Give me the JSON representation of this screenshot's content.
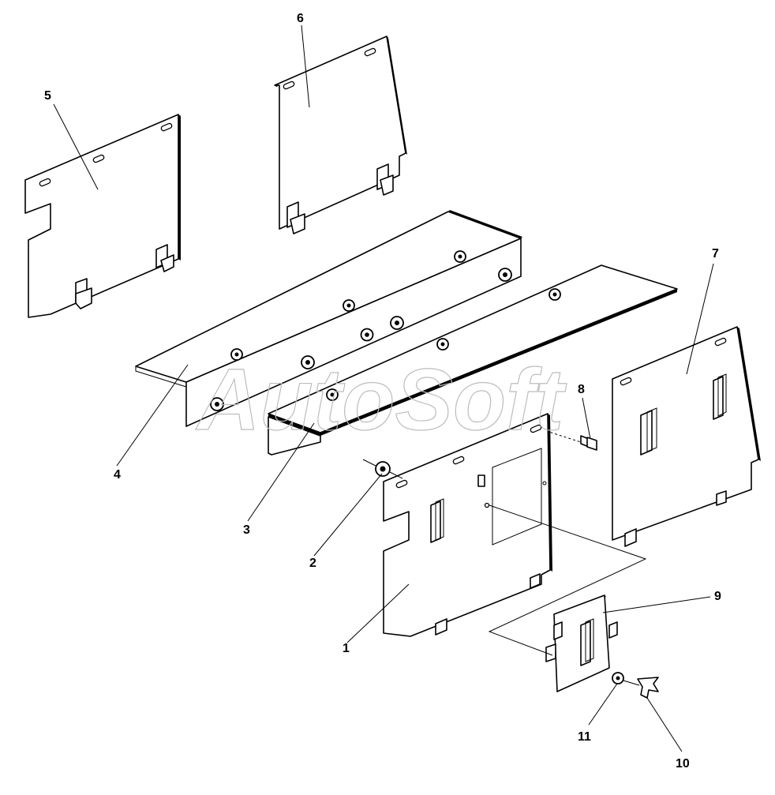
{
  "watermark": "AutoSoft",
  "callouts": {
    "c1": "1",
    "c2": "2",
    "c3": "3",
    "c4": "4",
    "c5": "5",
    "c6": "6",
    "c7": "7",
    "c8": "8",
    "c9": "9",
    "c10": "10",
    "c11": "11"
  },
  "colors": {
    "line": "#000000",
    "background": "#ffffff",
    "watermark": "#bdbdbd"
  }
}
